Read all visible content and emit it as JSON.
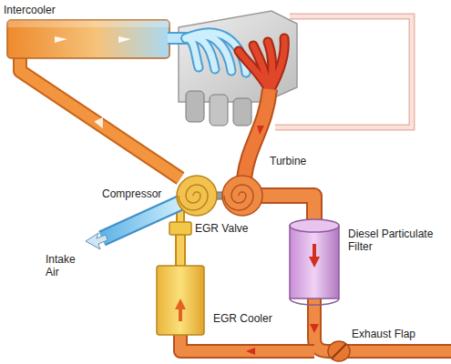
{
  "diagram": {
    "labels": [
      "Intercooler",
      "Turbine",
      "Compressor",
      "Diesel Particulate Filter",
      "Intake Air",
      "EGR Valve",
      "EGR Cooler",
      "Exhaust Flap"
    ]
  }
}
